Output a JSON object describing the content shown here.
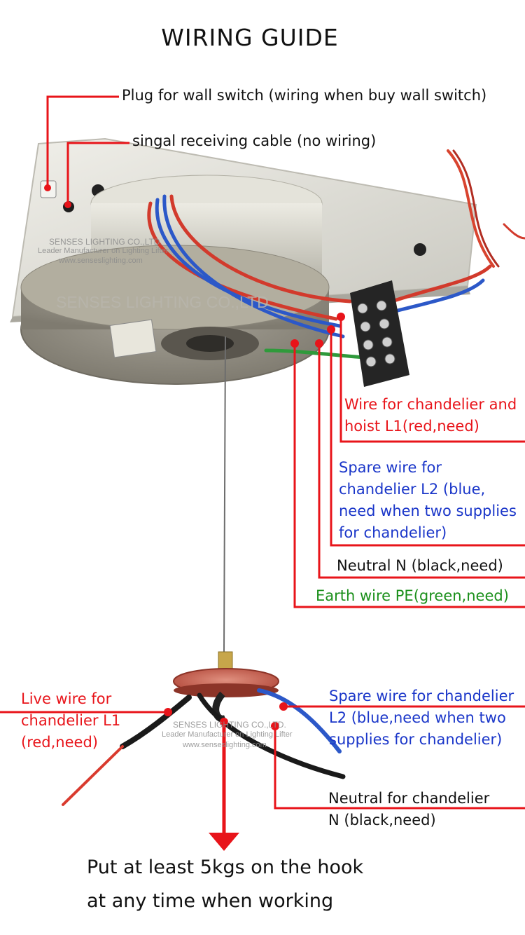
{
  "title": "WIRING GUIDE",
  "labels": {
    "plug": "Plug for wall switch (wiring when buy wall switch)",
    "signal": "singal receiving cable (no wiring)",
    "wire_l1": [
      "Wire for chandelier and",
      "hoist L1(red,need)"
    ],
    "spare_l2": [
      "Spare wire for",
      "chandelier L2 (blue,",
      "need when two supplies",
      "for chandelier)"
    ],
    "neutral": "Neutral N (black,need)",
    "earth": "Earth wire PE(green,need)",
    "live": [
      "Live wire for",
      "chandelier L1",
      "(red,need)"
    ],
    "spare_bottom": [
      "Spare wire for chandelier",
      "L2 (blue,need when two",
      "supplies for chandelier)"
    ],
    "neutral_bottom": [
      "Neutral for chandelier",
      "N (black,need)"
    ]
  },
  "note": [
    "Put at least 5kgs on the hook",
    "at any time when working"
  ],
  "watermarks": {
    "company": "SENSES LIGHTING CO.,LTD.",
    "tagline": "Leader Manufacturer on Lighting Lifter",
    "site": "www.senseslighting.com",
    "big": "SENSES LIGHTING CO.,LTD"
  },
  "colors": {
    "callout": "#e8141a",
    "red_text": "#e8141a",
    "blue_text": "#1a36c9",
    "green_text": "#1a8f1a",
    "black_text": "#111111"
  }
}
